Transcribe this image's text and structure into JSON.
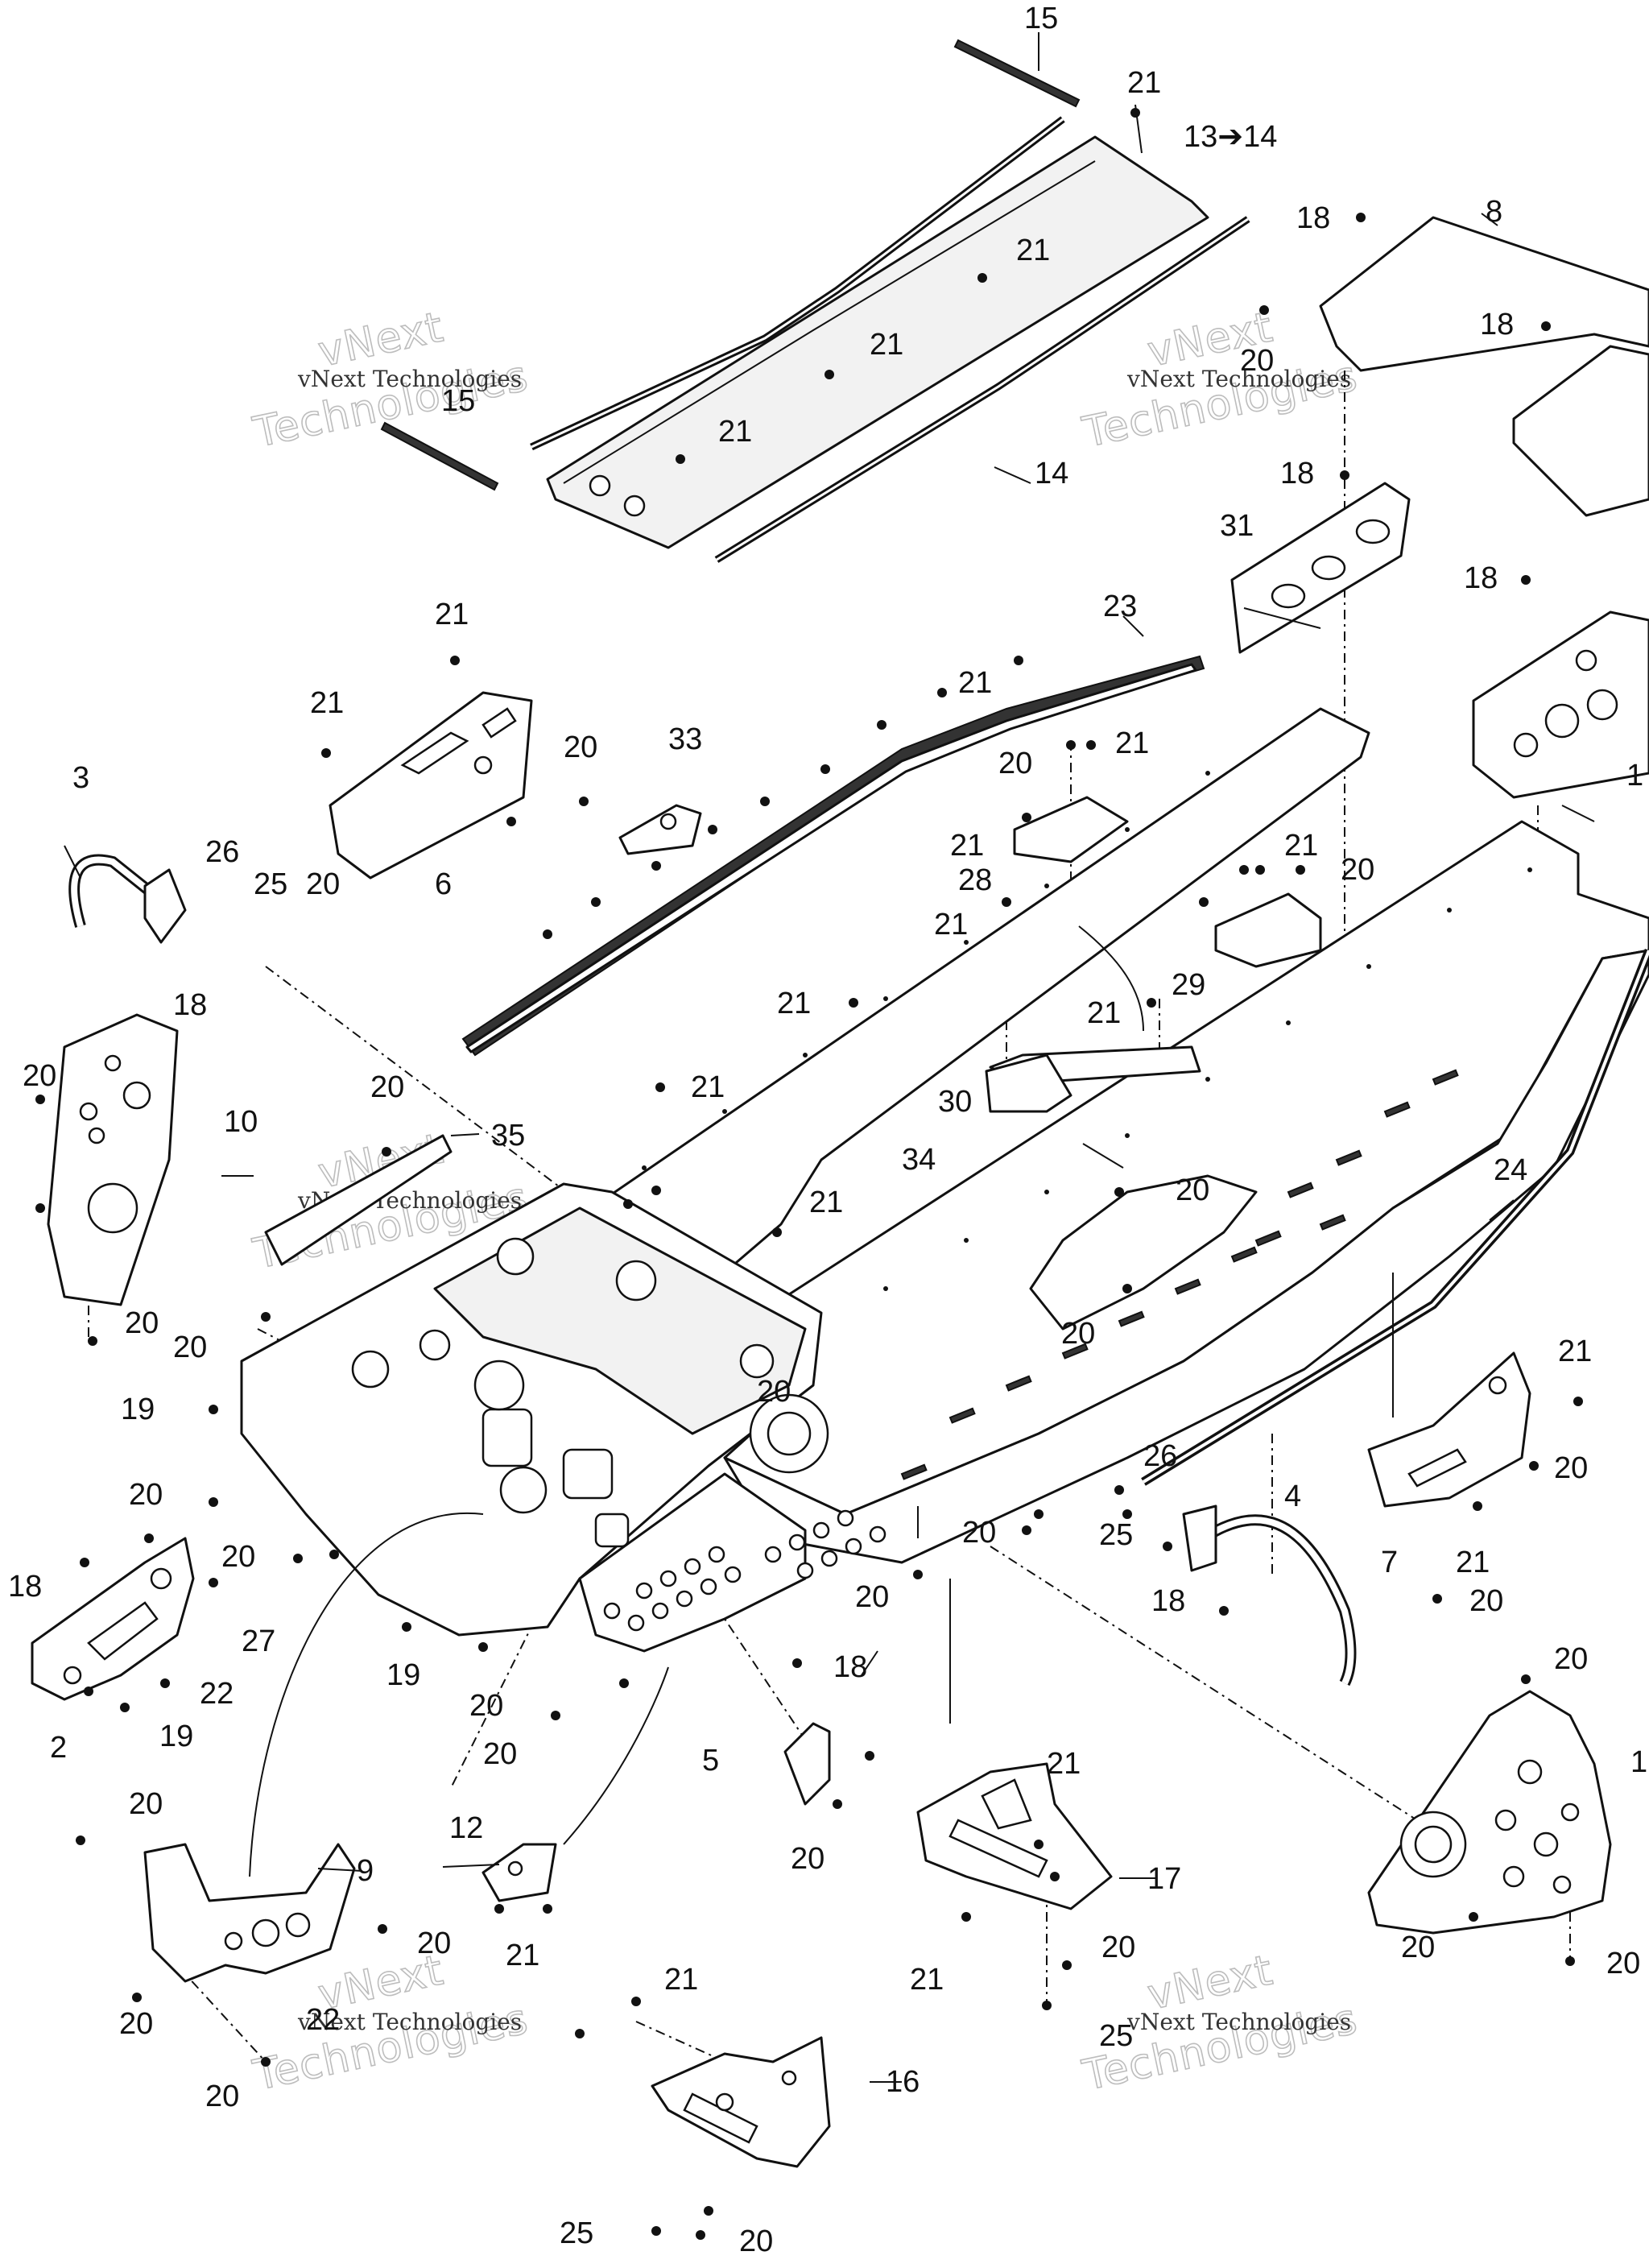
{
  "watermark": {
    "brand_outline_line1": "vNext",
    "brand_outline_line2": "Technologies",
    "brand_text": "vNext Technologies"
  },
  "callouts": {
    "c15_top": "15",
    "c21_a": "21",
    "c13_14": "13➔14",
    "c18_a": "18",
    "c8": "8",
    "c21_b": "21",
    "c20_a": "20",
    "c18_b": "18",
    "c21_c": "21",
    "c15_mid": "15",
    "c21_d": "21",
    "c14": "14",
    "c18_c": "18",
    "c31": "31",
    "c18_d": "18",
    "c21_e": "21",
    "c23": "23",
    "c21_f": "21",
    "c21_g": "21",
    "c20_b": "20",
    "c33": "33",
    "c21_h": "21",
    "c20_c": "20",
    "c21_i": "21",
    "c3": "3",
    "c26_a": "26",
    "c25_a": "25",
    "c20_d": "20",
    "c6": "6",
    "c21_j": "21",
    "c28": "28",
    "c21_k": "21",
    "c20_e": "20",
    "c21_l": "21",
    "c29": "29",
    "c18_e": "18",
    "c21_m": "21",
    "c21_n": "21",
    "c20_f": "20",
    "c10": "10",
    "c20_g": "20",
    "c35": "35",
    "c21_o": "21",
    "c30": "30",
    "c34": "34",
    "c24": "24",
    "c21_p": "21",
    "c20_h": "20",
    "c20_i": "20",
    "c20_j": "20",
    "c19_a": "19",
    "c20_k": "20",
    "c20_l": "20",
    "c21_q": "21",
    "c18_f": "18",
    "c27": "27",
    "c22_a": "22",
    "c2": "2",
    "c19_b": "19",
    "c19_c": "19",
    "c20_m": "20",
    "c20_n": "20",
    "c20_o": "20",
    "c26_b": "26",
    "c4": "4",
    "c25_b": "25",
    "c18_g": "18",
    "c7": "7",
    "c21_r": "21",
    "c20_p": "20",
    "c20_q": "20",
    "c20_r": "20",
    "c18_h": "18",
    "c5": "5",
    "c20_s": "20",
    "c20_t": "20",
    "c20_u": "20",
    "c9": "9",
    "c12": "12",
    "c20_v": "20",
    "c21_s": "21",
    "c22_b": "22",
    "c20_w": "20",
    "c20_x": "20",
    "c21_t": "21",
    "c17": "17",
    "c21_u": "21",
    "c20_y": "20",
    "c25_c": "25",
    "c1": "1",
    "c20_z": "20",
    "c20_aa": "20",
    "c20_ab": "20",
    "c16": "16",
    "c21_v": "21",
    "c25_d": "25",
    "c20_ac": "20",
    "c11": "1"
  }
}
